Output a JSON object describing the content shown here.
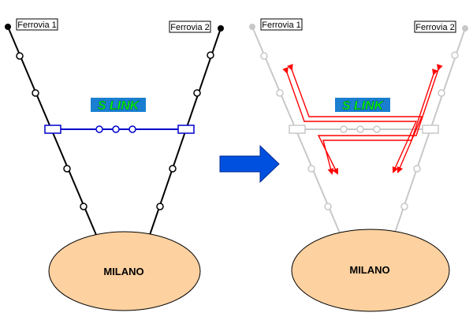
{
  "left_panel": {
    "railway_1_label": "Ferrovia 1",
    "railway_2_label": "Ferrovia 2",
    "logo_text": "S LINK",
    "city_label": "MILANO"
  },
  "right_panel": {
    "railway_1_label": "Ferrovia 1",
    "railway_2_label": "Ferrovia 2",
    "logo_text": "S LINK",
    "city_label": "MILANO"
  },
  "colors": {
    "active_track": "#000000",
    "inactive_track": "#c8c8c8",
    "link_line": "#0000cc",
    "arrow_red": "#ff0000",
    "arrow_blue": "#0050e0",
    "city_fill": "#fdd1a0",
    "logo_bg": "#1a7fd0",
    "logo_fg": "#00ff00"
  }
}
